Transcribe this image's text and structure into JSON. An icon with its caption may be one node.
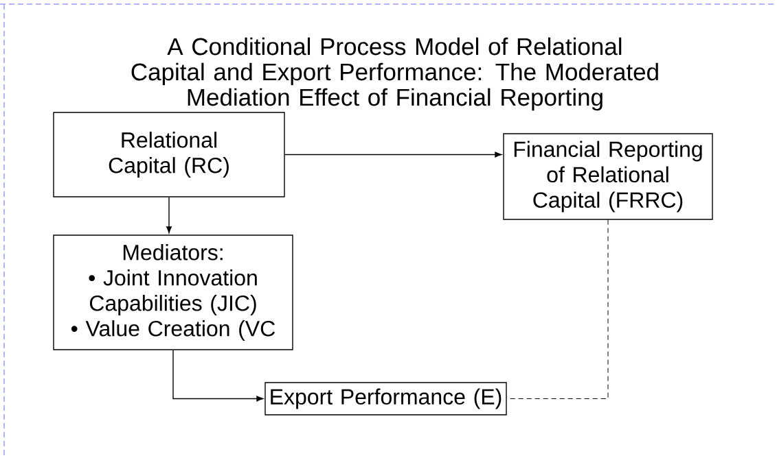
{
  "diagram": {
    "title": "A Conditional Process Model of Relational Capital and Export Performance: The Moderated Mediation Effect of Financial Reporting",
    "nodes": [
      {
        "text": [
          "Relational Capital (RC)"
        ]
      },
      {
        "text": [
          "Financial Reporting of Relational Capital (FRRC)"
        ]
      },
      {
        "text": [
          "Mediators:",
          "• Joint Innovation Capabilities (JIC)",
          "• Value Creation (VC"
        ]
      },
      {
        "text": [
          "Export Performance (E)"
        ]
      }
    ],
    "edges": [
      {
        "from": 0,
        "to": 1,
        "arrow": "to"
      },
      {
        "from": 0,
        "to": 2,
        "arrow": "to"
      },
      {
        "from": 2,
        "to": 3,
        "arrow": "to"
      },
      {
        "from": 1,
        "to": 3,
        "arrow": "none",
        "style": "dashed"
      }
    ]
  }
}
